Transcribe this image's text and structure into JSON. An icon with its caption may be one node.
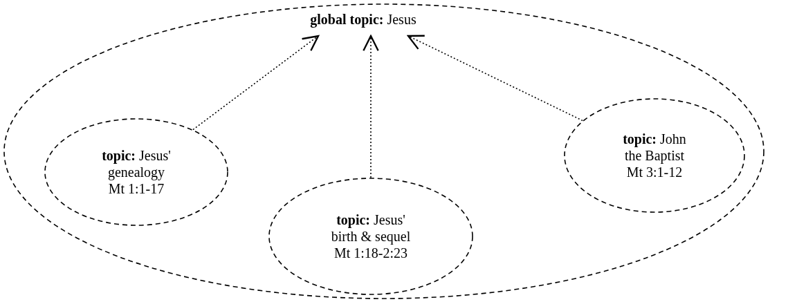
{
  "diagram": {
    "nodes": [
      {
        "text": [],
        "shape": "ellipse"
      },
      {
        "text": [
          "**global topic:** Jesus"
        ],
        "in": 0
      },
      {
        "text": [
          "**topic:** Jesus' genealogy",
          "Mt 1:1-17"
        ],
        "in": 0
      },
      {
        "text": [
          "**topic:** Jesus' birth & sequel",
          "Mt 1:18-2:23"
        ],
        "in": 0
      },
      {
        "text": [
          "**topic:** John the Baptist",
          "Mt 3:1-12"
        ],
        "in": 0
      }
    ],
    "edges": [
      {
        "from": 2,
        "to": 1,
        "arrow": "to"
      },
      {
        "from": 3,
        "to": 1,
        "arrow": "to"
      },
      {
        "from": 4,
        "to": 1,
        "arrow": "to"
      }
    ]
  }
}
